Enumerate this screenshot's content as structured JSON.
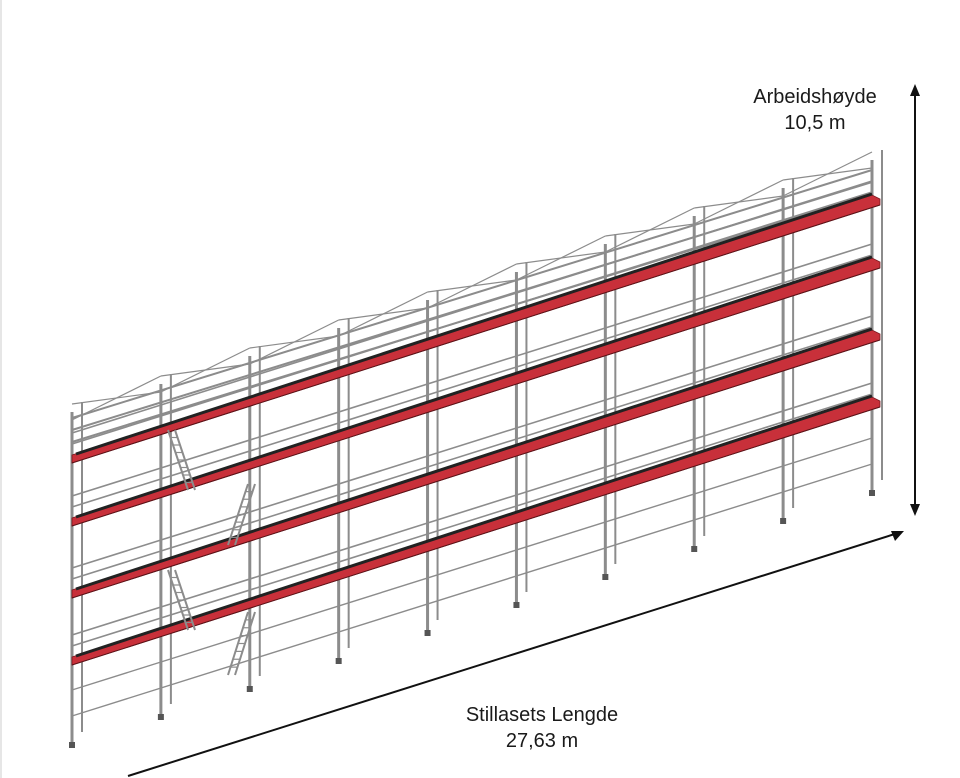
{
  "height_dimension": {
    "label": "Arbeidshøyde",
    "value": "10,5 m"
  },
  "length_dimension": {
    "label": "Stillasets Lengde",
    "value": "27,63 m"
  },
  "scaffold": {
    "bays": 9,
    "deck_levels": 4,
    "colors": {
      "frame": "#8c8c8c",
      "deck": "#c8303a",
      "deck_dark": "#222222",
      "arrow": "#111111"
    }
  }
}
